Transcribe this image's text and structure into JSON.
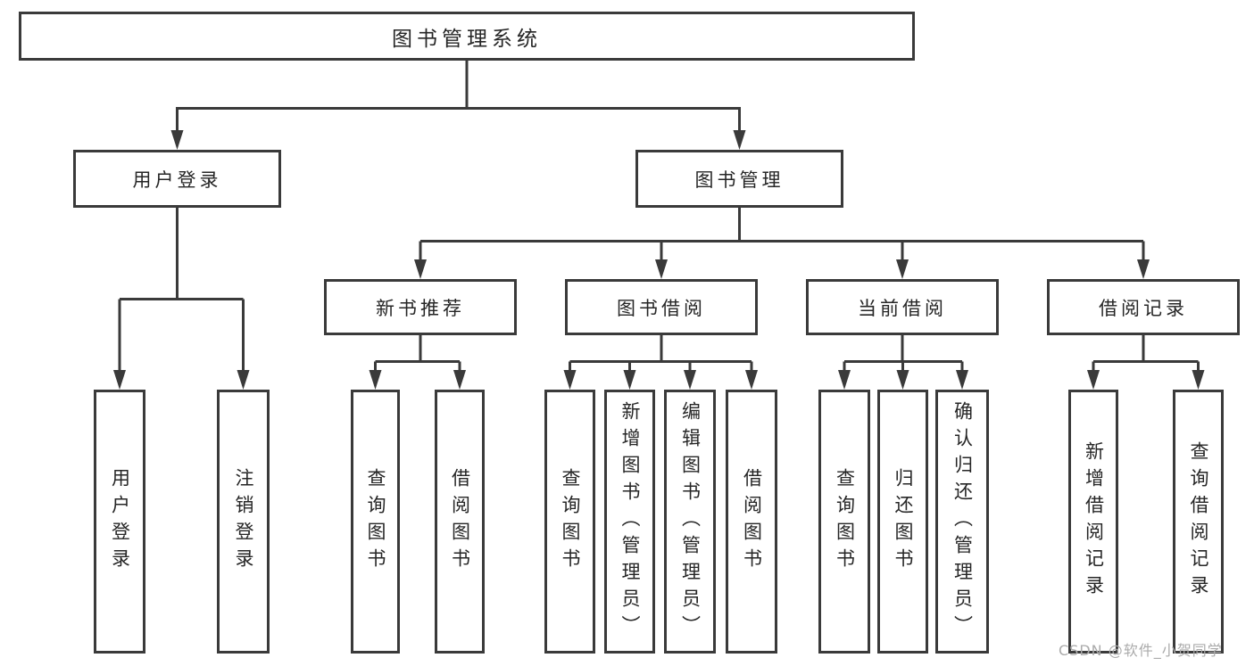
{
  "root": {
    "label": "图书管理系统"
  },
  "branches": {
    "user_login": {
      "label": "用户登录"
    },
    "book_management": {
      "label": "图书管理"
    }
  },
  "modules": {
    "new_book_recommend": {
      "label": "新书推荐"
    },
    "book_borrow": {
      "label": "图书借阅"
    },
    "current_borrow": {
      "label": "当前借阅"
    },
    "borrow_records": {
      "label": "借阅记录"
    }
  },
  "leaves": {
    "login": {
      "label": "用户登录"
    },
    "logout": {
      "label": "注销登录"
    },
    "recommend_query_books": {
      "label": "查询图书"
    },
    "recommend_borrow_books": {
      "label": "借阅图书"
    },
    "borrow_query_books": {
      "label": "查询图书"
    },
    "borrow_add_books": {
      "label": "新增图书（管理员）"
    },
    "borrow_edit_books": {
      "label": "编辑图书（管理员）"
    },
    "borrow_borrow_books": {
      "label": "借阅图书"
    },
    "current_query_books": {
      "label": "查询图书"
    },
    "current_return_books": {
      "label": "归还图书"
    },
    "current_confirm_return": {
      "label": "确认归还（管理员）"
    },
    "records_add_record": {
      "label": "新增借阅记录"
    },
    "records_query_record": {
      "label": "查询借阅记录"
    }
  },
  "watermark": {
    "label": "CSDN @软件_小贺同学"
  },
  "colors": {
    "line": "#3a3a3a",
    "text": "#262626",
    "watermark": "#ababab",
    "background": "#ffffff",
    "box_background": "#ffffff"
  }
}
